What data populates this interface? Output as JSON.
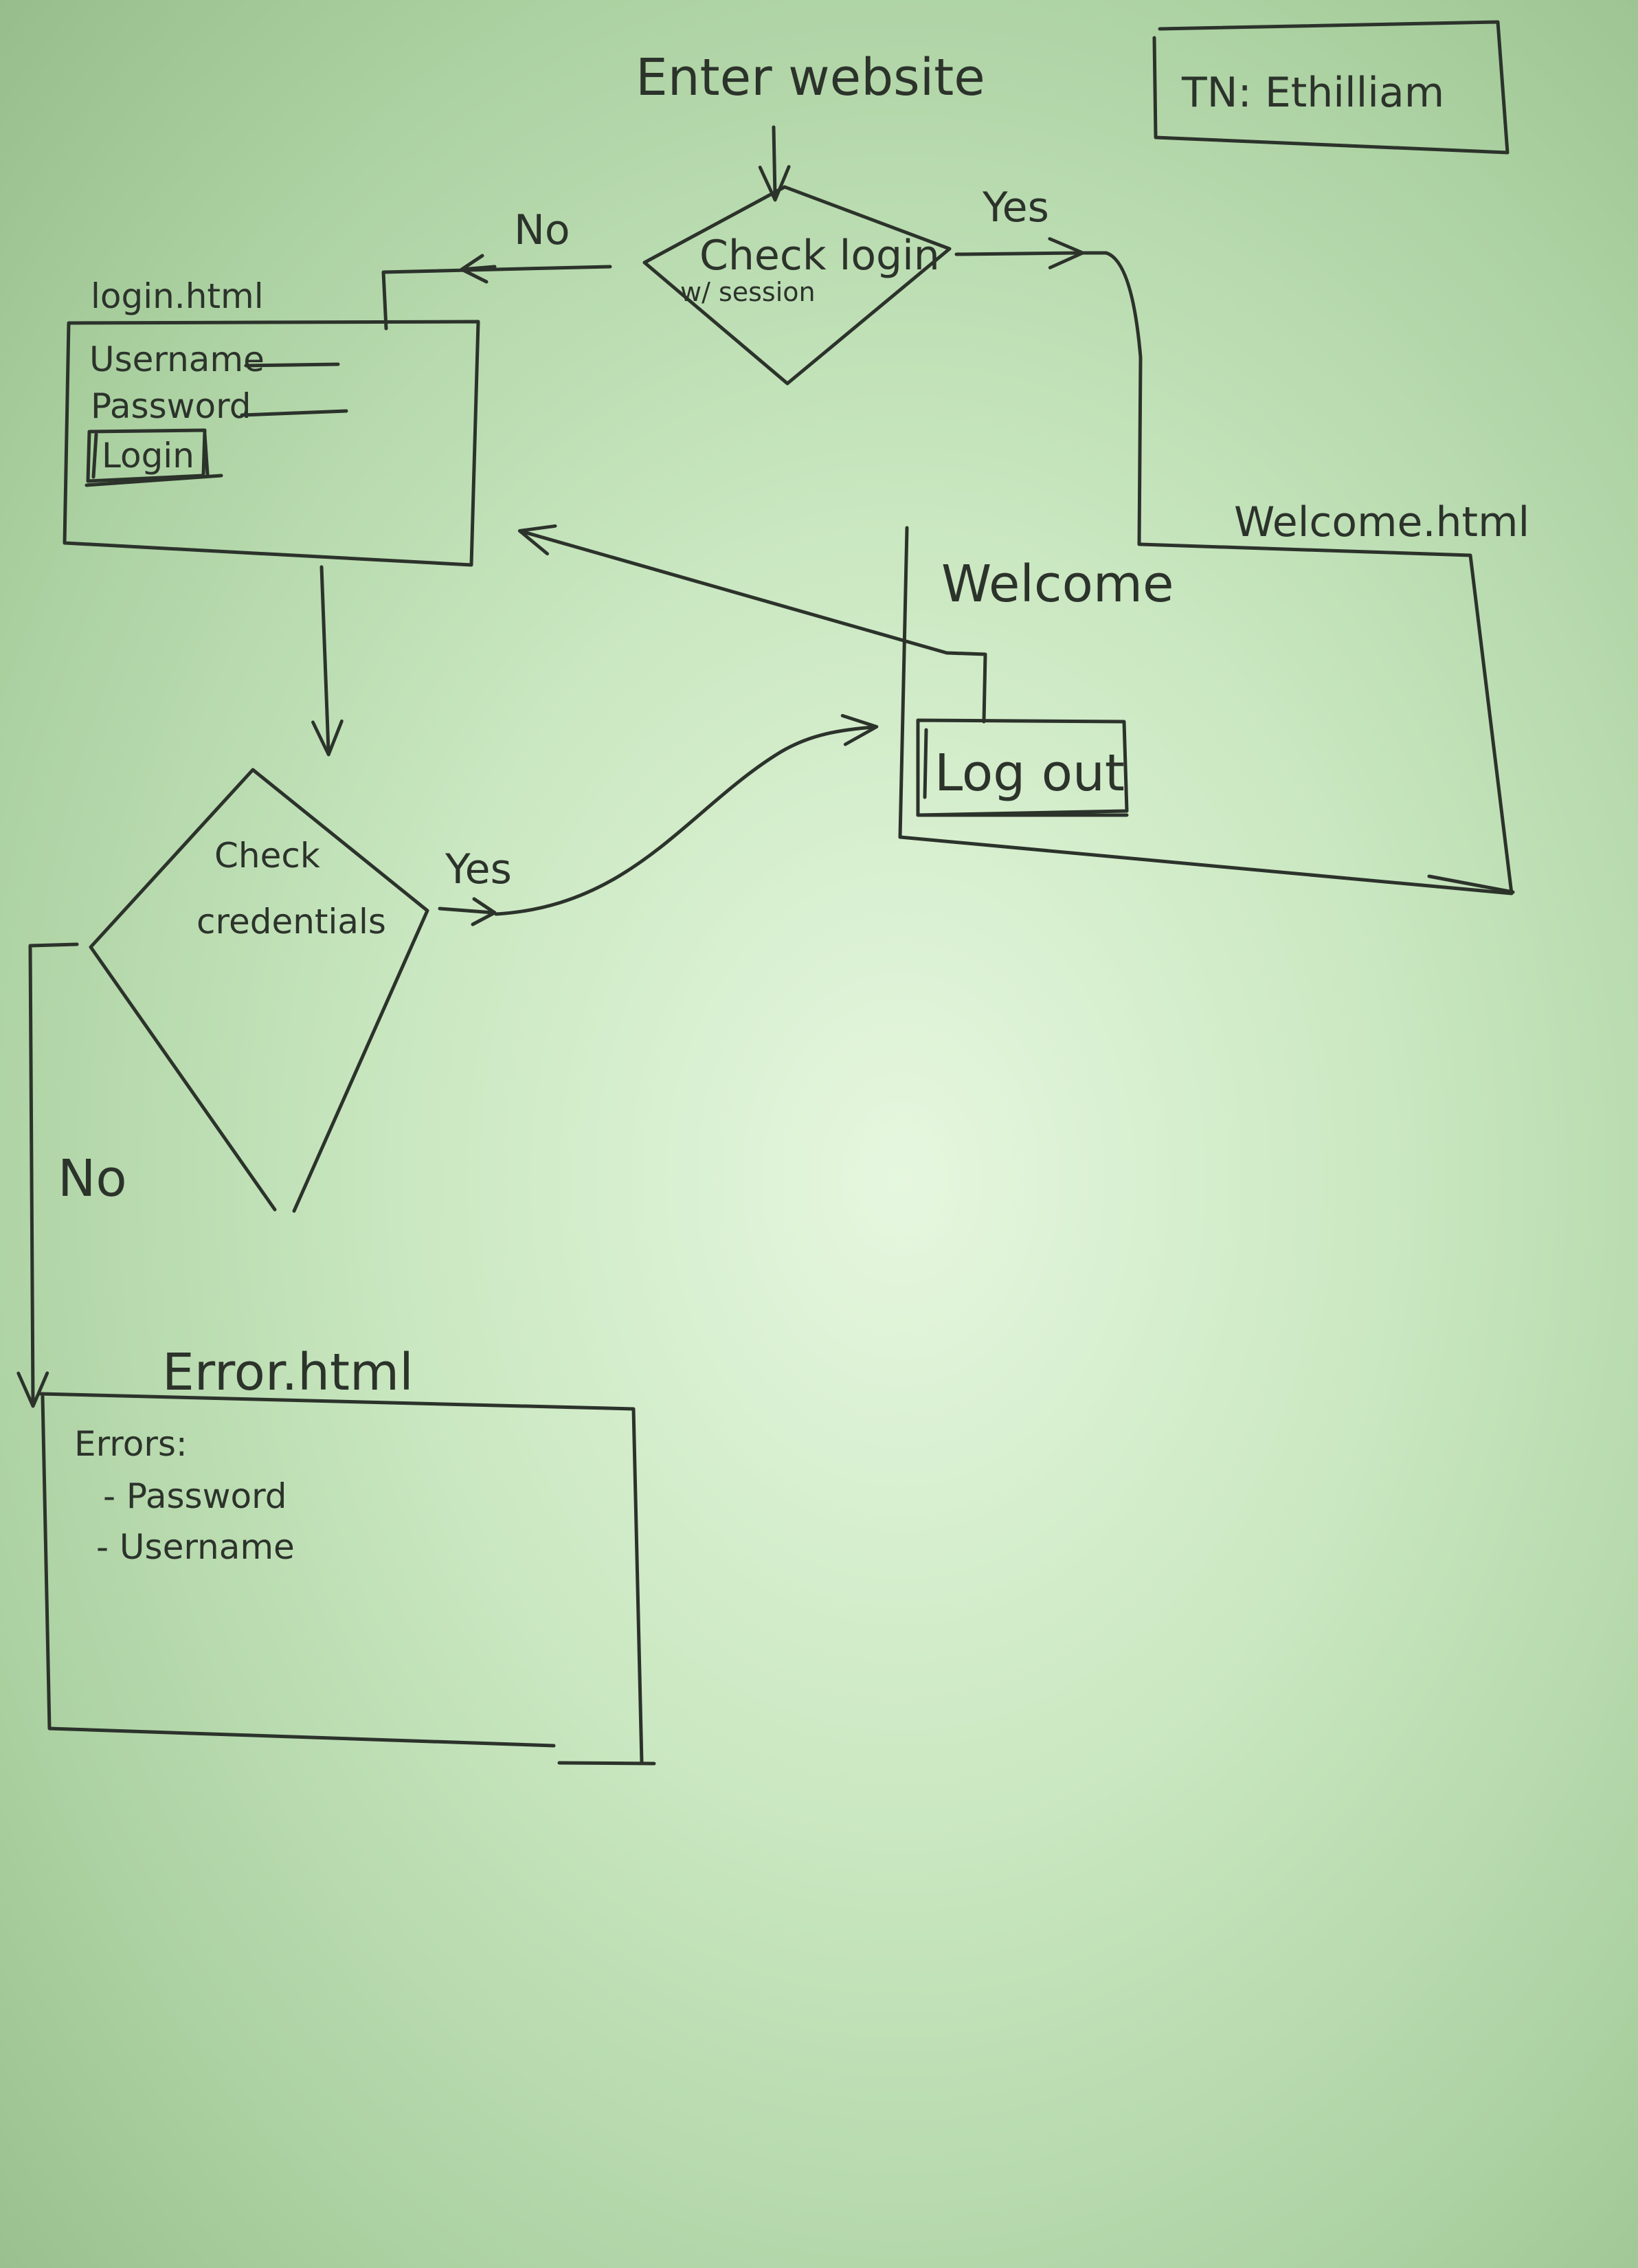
{
  "start": {
    "label": "Enter website"
  },
  "tag": {
    "label": "TN: Ethilliam"
  },
  "decision_login": {
    "label": "Check login",
    "sublabel": "w/ session",
    "yes_label": "Yes",
    "no_label": "No"
  },
  "login_page": {
    "title": "login.html",
    "fields": [
      "Username",
      "Password"
    ],
    "button": "Login"
  },
  "welcome_page": {
    "title": "Welcome.html",
    "heading": "Welcome",
    "button": "Log out"
  },
  "decision_credentials": {
    "line1": "Check",
    "line2": "credentials",
    "yes_label": "Yes",
    "no_label": "No"
  },
  "error_page": {
    "title": "Error.html",
    "heading": "Errors:",
    "items": [
      "- Password",
      "- Username"
    ]
  },
  "colors": {
    "ink": "#2c332b",
    "paper": "#c9e7c0"
  }
}
